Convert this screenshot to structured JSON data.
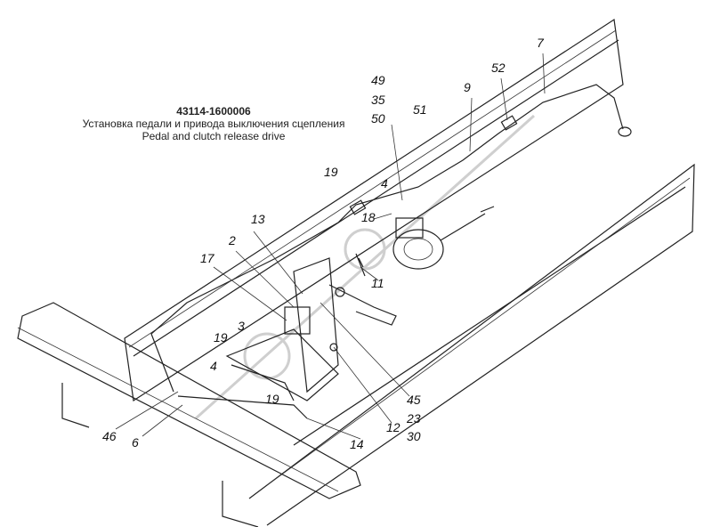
{
  "title": {
    "part_number": "43114-1600006",
    "name_ru": "Установка педали и привода выключения сцепления",
    "name_en": "Pedal and clutch release drive"
  },
  "callouts": [
    {
      "label": "7"
    },
    {
      "label": "52"
    },
    {
      "label": "9"
    },
    {
      "label": "49"
    },
    {
      "label": "35"
    },
    {
      "label": "50"
    },
    {
      "label": "51"
    },
    {
      "label": "19"
    },
    {
      "label": "4"
    },
    {
      "label": "18"
    },
    {
      "label": "13"
    },
    {
      "label": "2"
    },
    {
      "label": "17"
    },
    {
      "label": "11"
    },
    {
      "label": "3"
    },
    {
      "label": "19"
    },
    {
      "label": "4"
    },
    {
      "label": "19"
    },
    {
      "label": "45"
    },
    {
      "label": "23"
    },
    {
      "label": "30"
    },
    {
      "label": "12"
    },
    {
      "label": "14"
    },
    {
      "label": "46"
    },
    {
      "label": "6"
    }
  ]
}
